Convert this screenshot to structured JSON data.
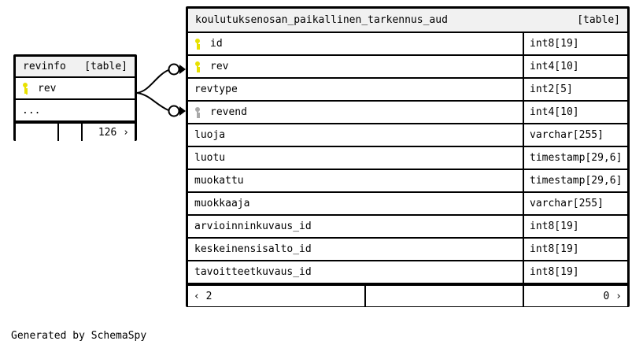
{
  "diagram": {
    "caption": "Generated by SchemaSpy",
    "background": "#ffffff",
    "border_color": "#000000",
    "header_bg": "#f1f1f1",
    "pk_icon_color": "#e8e100",
    "fk_icon_color": "#a9a9a9"
  },
  "main_table": {
    "title": "koulutuksenosan_paikallinen_tarkennus_aud",
    "kind": "[table]",
    "columns": [
      {
        "icon": "pk-key-icon",
        "name": "id",
        "type": "int8[19]"
      },
      {
        "icon": "pk-key-icon",
        "name": "rev",
        "type": "int4[10]"
      },
      {
        "icon": "none",
        "name": "revtype",
        "type": "int2[5]"
      },
      {
        "icon": "fk-key-icon",
        "name": "revend",
        "type": "int4[10]"
      },
      {
        "icon": "none",
        "name": "luoja",
        "type": "varchar[255]"
      },
      {
        "icon": "none",
        "name": "luotu",
        "type": "timestamp[29,6]"
      },
      {
        "icon": "none",
        "name": "muokattu",
        "type": "timestamp[29,6]"
      },
      {
        "icon": "none",
        "name": "muokkaaja",
        "type": "varchar[255]"
      },
      {
        "icon": "none",
        "name": "arvioinninkuvaus_id",
        "type": "int8[19]"
      },
      {
        "icon": "none",
        "name": "keskeinensisalto_id",
        "type": "int8[19]"
      },
      {
        "icon": "none",
        "name": "tavoitteetkuvaus_id",
        "type": "int8[19]"
      }
    ],
    "footer": {
      "left": "‹ 2",
      "middle": "",
      "right": "0 ›"
    }
  },
  "rev_table": {
    "title": "revinfo",
    "kind": "[table]",
    "columns": [
      {
        "icon": "pk-key-icon",
        "name": "rev",
        "type": ""
      },
      {
        "icon": "none",
        "name": "...",
        "type": ""
      }
    ],
    "footer": {
      "left": "",
      "middle": "",
      "right": "126 ›"
    }
  },
  "relationships": [
    {
      "from": "revinfo.rev",
      "to": "koulutuksenosan_paikallinen_tarkennus_aud.rev",
      "cardinality": "optional-many"
    },
    {
      "from": "revinfo.rev",
      "to": "koulutuksenosan_paikallinen_tarkennus_aud.revend",
      "cardinality": "optional-many"
    }
  ]
}
